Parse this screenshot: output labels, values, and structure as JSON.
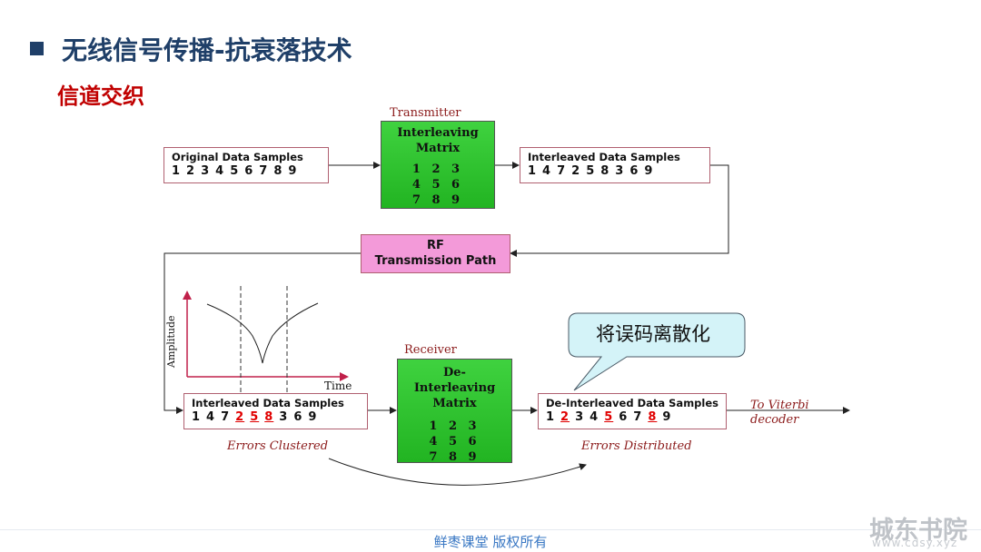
{
  "header": {
    "title": "无线信号传播-抗衰落技术",
    "subtitle": "信道交织"
  },
  "diagram": {
    "transmitter_label": "Transmitter",
    "receiver_label": "Receiver",
    "original_box": {
      "label": "Original Data Samples",
      "sequence": [
        "1",
        "2",
        "3",
        "4",
        "5",
        "6",
        "7",
        "8",
        "9"
      ]
    },
    "tx_interleaved_box": {
      "label": "Interleaved Data Samples",
      "sequence": [
        "1",
        "4",
        "7",
        "2",
        "5",
        "8",
        "3",
        "6",
        "9"
      ]
    },
    "tx_matrix": {
      "title_line1": "Interleaving",
      "title_line2": "Matrix",
      "row1": "1 2 3",
      "row2": "4 5 6",
      "row3": "7 8 9"
    },
    "rf_box": {
      "line1": "RF",
      "line2": "Transmission Path"
    },
    "rx_interleaved_box": {
      "label": "Interleaved Data Samples",
      "sequence": [
        "1",
        "4",
        "7",
        "2",
        "5",
        "8",
        "3",
        "6",
        "9"
      ],
      "error_indices": [
        3,
        4,
        5
      ]
    },
    "rx_matrix": {
      "title_line1": "De-",
      "title_line2": "Interleaving",
      "title_line3": "Matrix",
      "row1": "1 2 3",
      "row2": "4 5 6",
      "row3": "7 8 9"
    },
    "deinterleaved_box": {
      "label": "De-Interleaved Data Samples",
      "sequence": [
        "1",
        "2",
        "3",
        "4",
        "5",
        "6",
        "7",
        "8",
        "9"
      ],
      "error_indices": [
        1,
        4,
        7
      ]
    },
    "to_viterbi_line1": "To Viterbi",
    "to_viterbi_line2": "decoder",
    "errors_clustered": "Errors Clustered",
    "errors_distributed": "Errors Distributed",
    "amplitude_label": "Amplitude",
    "time_label": "Time",
    "callout": "将误码离散化"
  },
  "footer": {
    "text": "鲜枣课堂  版权所有"
  },
  "watermark": {
    "line1": "城东书院",
    "line2": "www.cdsy.xyz"
  },
  "colors": {
    "title_blue": "#1f3f68",
    "subtitle_red": "#c00000",
    "matrix_green": "#2ec72e",
    "rf_pink": "#f39ad9",
    "error_red": "#e00000",
    "callout_fill": "#d4f3f8",
    "footer_blue": "#3a78c4"
  }
}
